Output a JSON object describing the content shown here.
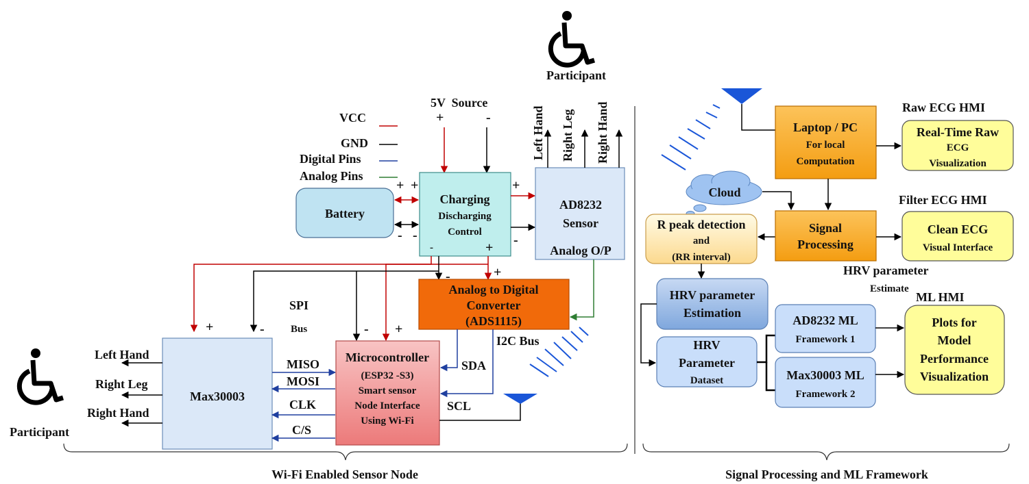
{
  "colors": {
    "vcc": "#c00000",
    "gnd": "#000000",
    "digital": "#1f3f9f",
    "analog": "#2e7d32",
    "battery_fill": "#bfe3f2",
    "charging_fill": "#bfeeed",
    "ad8232_fill": "#dbe8f8",
    "adc_fill": "#f16a0a",
    "mcu_fill": "#f08f8f",
    "max_fill": "#dbe8f8",
    "orange_fill": "#fbab1c",
    "yellow_fill": "#fffd9a",
    "rpeak_fill": "#fde7b8",
    "hrv_est_fill": "#8fb4e3",
    "blue_box_fill": "#c9defa",
    "antenna": "#1a56d8",
    "cloud": "#9fc3f1"
  },
  "icons": [
    "wheelchair-icon",
    "antenna-icon",
    "cloud-icon"
  ],
  "legend": {
    "vcc": "VCC",
    "gnd": "GND",
    "digital": "Digital Pins",
    "analog": "Analog Pins"
  },
  "source": {
    "label": "5V  Source",
    "plus": "+",
    "minus": "-"
  },
  "participant_top": "Participant",
  "participant_left": "Participant",
  "boxes": {
    "battery": "Battery",
    "charging": [
      "Charging",
      "Discharging",
      "Control"
    ],
    "ad8232": [
      "AD8232",
      "Sensor"
    ],
    "analog_op": "Analog O/P",
    "adc": [
      "Analog to Digital",
      "Converter",
      "(ADS1115)"
    ],
    "mcu": [
      "Microcontroller",
      "(ESP32 -S3)",
      "Smart sensor",
      "Node Interface",
      "Using Wi-Fi"
    ],
    "max30003": "Max30003",
    "laptop": [
      "Laptop / PC",
      "For local",
      "Computation"
    ],
    "raw_ecg": [
      "Real-Time Raw",
      "ECG",
      "Visualization"
    ],
    "cloud": "Cloud",
    "rpeak": [
      "R peak detection",
      "and",
      "(RR interval)"
    ],
    "signal_proc": [
      "Signal",
      "Processing"
    ],
    "clean_ecg": [
      "Clean ECG",
      "Visual Interface"
    ],
    "hrv_est": [
      "HRV parameter",
      "Estimation"
    ],
    "hrv_dataset": [
      "HRV",
      "Parameter",
      "Dataset"
    ],
    "ad8232_ml": [
      "AD8232 ML",
      "Framework 1"
    ],
    "max_ml": [
      "Max30003 ML",
      "Framework 2"
    ],
    "plots": [
      "Plots for",
      "Model",
      "Performance",
      "Visualization"
    ]
  },
  "leads_top": [
    "Left Hand",
    "Right Leg",
    "Right Hand"
  ],
  "leads_left": [
    "Left Hand",
    "Right Leg",
    "Right Hand"
  ],
  "bus": {
    "spi": [
      "SPI",
      "Bus"
    ],
    "miso": "MISO",
    "mosi": "MOSI",
    "clk": "CLK",
    "cs": "C/S",
    "i2c": "I2C Bus",
    "sda": "SDA",
    "scl": "SCL"
  },
  "signs": {
    "plus": "+",
    "minus": "-"
  },
  "hmi": {
    "raw": "Raw ECG HMI",
    "filter": "Filter ECG HMI",
    "hrv_param": "HRV parameter",
    "estimate": "Estimate",
    "ml": "ML HMI"
  },
  "sections": {
    "left": "Wi-Fi Enabled Sensor Node",
    "right": "Signal Processing and ML Framework"
  }
}
